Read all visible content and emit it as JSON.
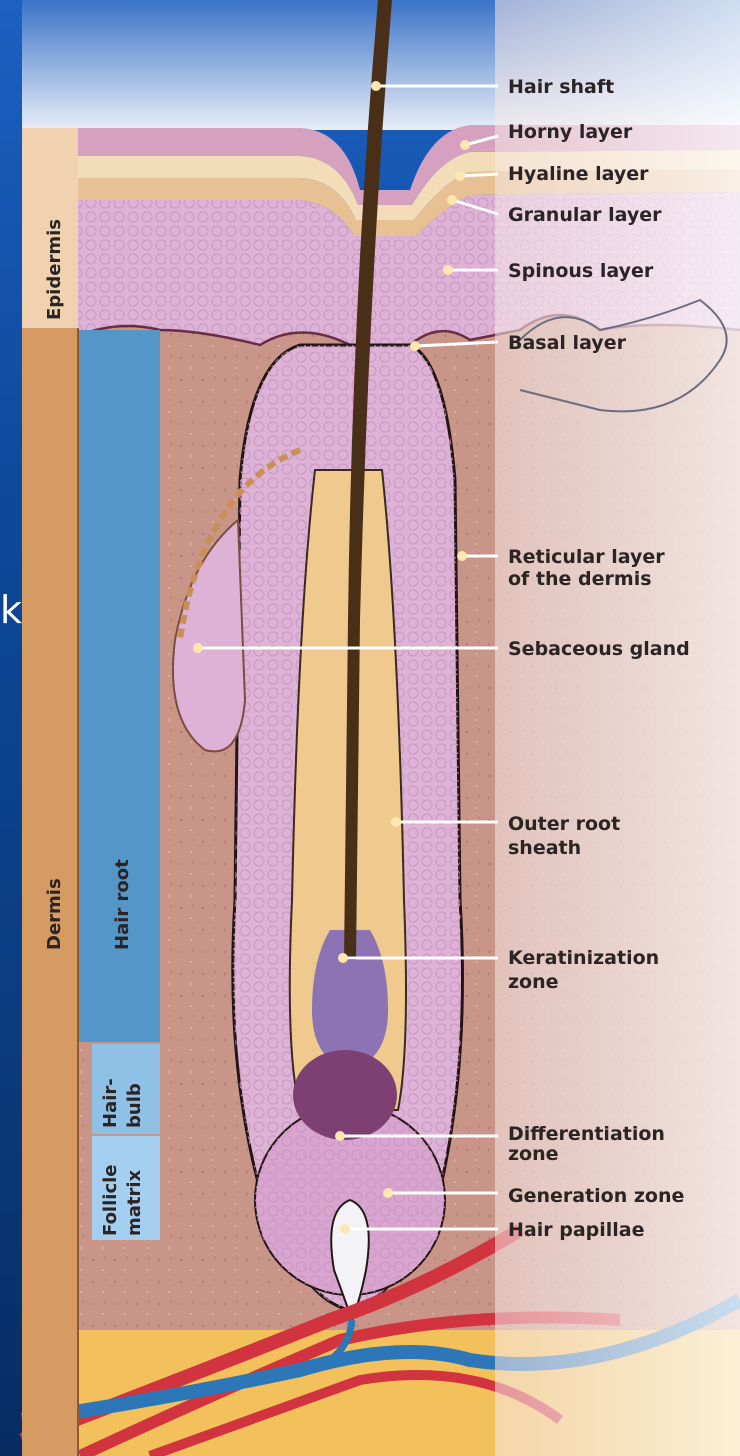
{
  "slide_background": {
    "top_color": "#1c60c2",
    "bottom_color": "#062c62"
  },
  "cut_off_text": "k",
  "diagram": {
    "labels": [
      {
        "id": "hair-shaft",
        "lines": [
          "Hair shaft"
        ]
      },
      {
        "id": "horny-layer",
        "lines": [
          "Horny layer"
        ]
      },
      {
        "id": "hyaline-layer",
        "lines": [
          "Hyaline layer"
        ]
      },
      {
        "id": "granular-layer",
        "lines": [
          "Granular layer"
        ]
      },
      {
        "id": "spinous-layer",
        "lines": [
          "Spinous layer"
        ]
      },
      {
        "id": "basal-layer",
        "lines": [
          "Basal layer"
        ]
      },
      {
        "id": "reticular-layer",
        "lines": [
          "Reticular layer",
          "of the dermis"
        ]
      },
      {
        "id": "sebaceous-gland",
        "lines": [
          "Sebaceous gland"
        ]
      },
      {
        "id": "outer-root-sheath",
        "lines": [
          "Outer root",
          "sheath"
        ]
      },
      {
        "id": "keratinization-zone",
        "lines": [
          "Keratinization",
          "zone"
        ]
      },
      {
        "id": "differentiation-zone",
        "lines": [
          "Differentiation",
          "zone"
        ]
      },
      {
        "id": "generation-zone",
        "lines": [
          "Generation zone"
        ]
      },
      {
        "id": "hair-papillae",
        "lines": [
          "Hair papillae"
        ]
      }
    ],
    "side_labels": {
      "epidermis": "Epidermis",
      "dermis": "Dermis",
      "hair_root": "Hair root",
      "hair_bulb": [
        "Hair-",
        "bulb"
      ],
      "follicle_matrix": [
        "Follicle",
        "matrix"
      ]
    },
    "colors": {
      "epidermis_band": "#f1d2b0",
      "dermis_band": "#d69a63",
      "root_band": "#5496c8",
      "dermis_tissue": "#c99588",
      "follicle_tissue": "#ddb2d6",
      "hair": "#4a2f18",
      "keratinization": "#8c74b4",
      "vessel_red": "#d1343f",
      "vessel_blue": "#2d77b8",
      "fat": "#f2c15c"
    }
  }
}
